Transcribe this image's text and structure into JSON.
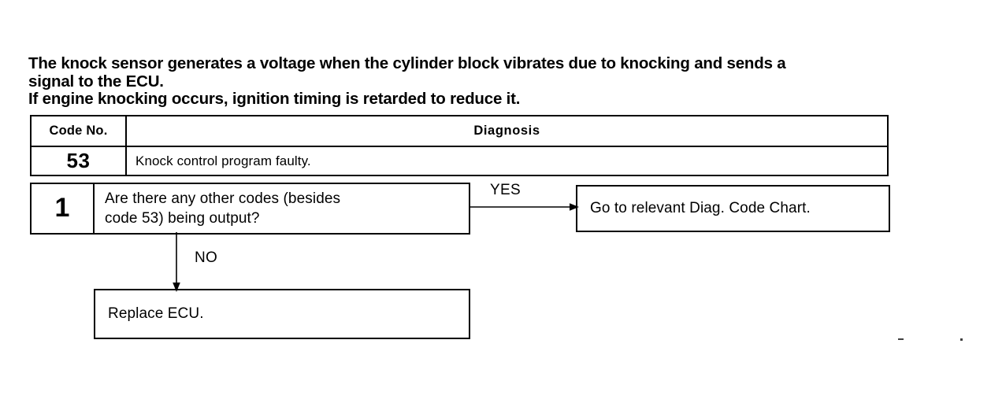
{
  "document": {
    "intro_text": "The knock sensor generates a voltage when the cylinder block vibrates due to knocking and sends a\nsignal to the ECU.\nIf engine knocking occurs, ignition timing is retarded to reduce it."
  },
  "code_table": {
    "headers": {
      "code_no": "Code No.",
      "diagnosis": "Diagnosis"
    },
    "rows": [
      {
        "code": "53",
        "diagnosis": "Knock control program faulty."
      }
    ]
  },
  "flowchart": {
    "step": {
      "number": "1",
      "question": "Are there any other codes (besides\ncode 53) being output?"
    },
    "branches": {
      "yes_label": "YES",
      "no_label": "NO"
    },
    "results": {
      "yes_result": "Go to relevant Diag. Code Chart.",
      "no_result": "Replace ECU."
    }
  },
  "colors": {
    "ink": "#000000",
    "paper": "#ffffff"
  }
}
